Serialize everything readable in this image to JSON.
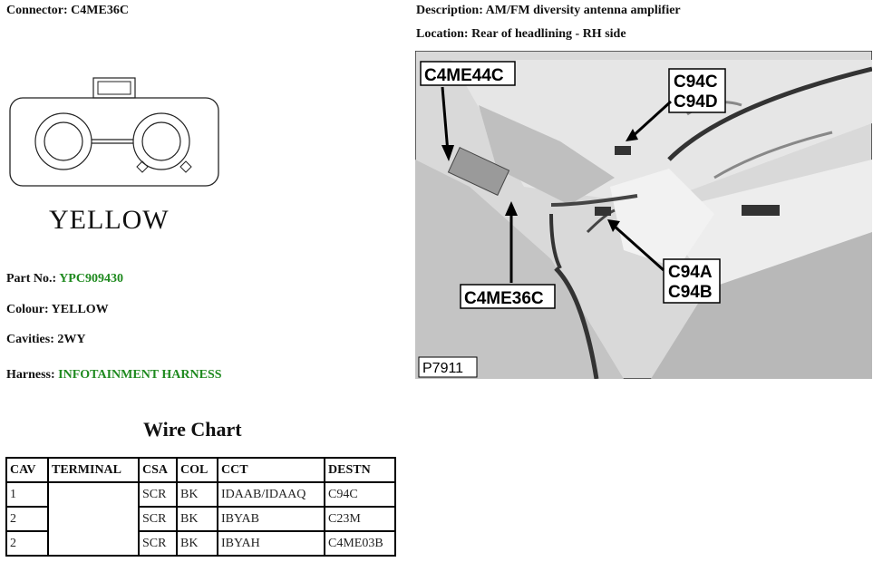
{
  "connector": {
    "label": "Connector:",
    "value": "C4ME36C"
  },
  "description": {
    "label": "Description:",
    "value": "AM/FM diversity antenna amplifier"
  },
  "location": {
    "label": "Location:",
    "value": "Rear of headlining - RH side"
  },
  "connector_diagram": {
    "color_text": "YELLOW"
  },
  "part": {
    "label": "Part No.:",
    "value": "YPC909430"
  },
  "colour": {
    "label": "Colour:",
    "value": "YELLOW"
  },
  "cavities": {
    "label": "Cavities:",
    "value": "2WY"
  },
  "harness": {
    "label": "Harness:",
    "value": "INFOTAINMENT HARNESS"
  },
  "photo": {
    "callouts": [
      "C4ME44C",
      "C94C",
      "C94D",
      "C4ME36C",
      "C94A",
      "C94B"
    ],
    "ref": "P7911"
  },
  "wire_chart": {
    "title": "Wire Chart",
    "headers": [
      "CAV",
      "TERMINAL",
      "CSA",
      "COL",
      "CCT",
      "DESTN"
    ],
    "rows": [
      {
        "cav": "1",
        "terminal": "",
        "csa": "SCR",
        "col": "BK",
        "cct": "IDAAB/IDAAQ",
        "destn": "C94C"
      },
      {
        "cav": "2",
        "terminal": "",
        "csa": "SCR",
        "col": "BK",
        "cct": "IBYAB",
        "destn": "C23M"
      },
      {
        "cav": "2",
        "terminal": "",
        "csa": "SCR",
        "col": "BK",
        "cct": "IBYAH",
        "destn": "C4ME03B"
      }
    ]
  },
  "colors": {
    "green": "#1f8a1f",
    "text": "#111111"
  }
}
